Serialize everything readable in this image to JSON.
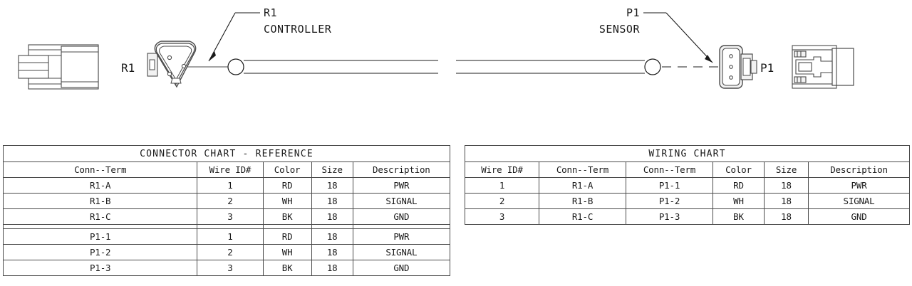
{
  "diagram": {
    "callouts": [
      {
        "id": "r1-callout",
        "line1": "R1",
        "line2": "CONTROLLER"
      },
      {
        "id": "p1-callout",
        "line1": "P1",
        "line2": "SENSOR"
      }
    ],
    "reference_labels": [
      {
        "id": "r1-ref",
        "text": "R1"
      },
      {
        "id": "p1-ref",
        "text": "P1"
      }
    ],
    "connectors": [
      {
        "id": "r1-side-view",
        "name": "R1 connector side view"
      },
      {
        "id": "r1-face-view",
        "name": "R1 connector triangular 3-pin face view"
      },
      {
        "id": "p1-face-view",
        "name": "P1 connector 3-pin face view"
      },
      {
        "id": "p1-side-view",
        "name": "P1 connector side view"
      }
    ],
    "cable": {
      "id": "harness-cable",
      "break_symbol": true,
      "centerline": "dashed"
    }
  },
  "connector_chart": {
    "title": "CONNECTOR CHART - REFERENCE",
    "columns": [
      "Conn--Term",
      "Wire ID#",
      "Color",
      "Size",
      "Description"
    ],
    "groups": [
      {
        "rows": [
          [
            "R1-A",
            "1",
            "RD",
            "18",
            "PWR"
          ],
          [
            "R1-B",
            "2",
            "WH",
            "18",
            "SIGNAL"
          ],
          [
            "R1-C",
            "3",
            "BK",
            "18",
            "GND"
          ]
        ]
      },
      {
        "rows": [
          [
            "P1-1",
            "1",
            "RD",
            "18",
            "PWR"
          ],
          [
            "P1-2",
            "2",
            "WH",
            "18",
            "SIGNAL"
          ],
          [
            "P1-3",
            "3",
            "BK",
            "18",
            "GND"
          ]
        ]
      }
    ]
  },
  "wiring_chart": {
    "title": "WIRING CHART",
    "columns": [
      "Wire ID#",
      "Conn--Term",
      "Conn--Term",
      "Color",
      "Size",
      "Description"
    ],
    "rows": [
      [
        "1",
        "R1-A",
        "P1-1",
        "RD",
        "18",
        "PWR"
      ],
      [
        "2",
        "R1-B",
        "P1-2",
        "WH",
        "18",
        "SIGNAL"
      ],
      [
        "3",
        "R1-C",
        "P1-3",
        "BK",
        "18",
        "GND"
      ]
    ]
  },
  "colors": {
    "line": "#4a4a4a",
    "text": "#1a1a1a",
    "fill_light": "#f2f2f2",
    "background": "#ffffff"
  }
}
